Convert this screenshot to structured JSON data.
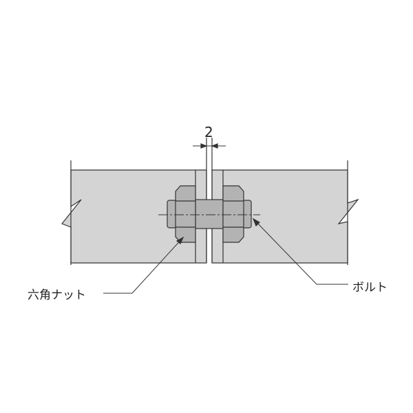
{
  "dimension": {
    "value": "2",
    "unit_hidden": true
  },
  "labels": {
    "nut": "六角ナット",
    "bolt": "ボルト"
  },
  "colors": {
    "panel": "#d4d4d4",
    "nut": "#b3b3b3",
    "line": "#333333"
  }
}
